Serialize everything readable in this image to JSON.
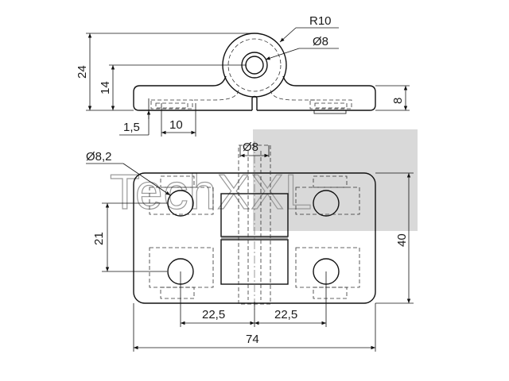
{
  "watermark": {
    "text": "TechXXL"
  },
  "top_view": {
    "radius_label": "R10",
    "pin_diameter_label": "Ø8",
    "overall_height_label": "24",
    "axis_height_label": "14",
    "plate_thickness_label": "8",
    "offset_label": "1,5",
    "slot_width_label": "10"
  },
  "plan_view": {
    "pin_diameter_label": "Ø8",
    "hole_diameter_label": "Ø8,2",
    "hole_spacing_vertical_label": "21",
    "overall_height_label": "40",
    "hole_offset_left_label": "22,5",
    "hole_offset_right_label": "22,5",
    "overall_width_label": "74"
  },
  "colors": {
    "line": "#111111",
    "watermark_fill": "#d9d9d9",
    "watermark_text": "#9a9a9a"
  }
}
